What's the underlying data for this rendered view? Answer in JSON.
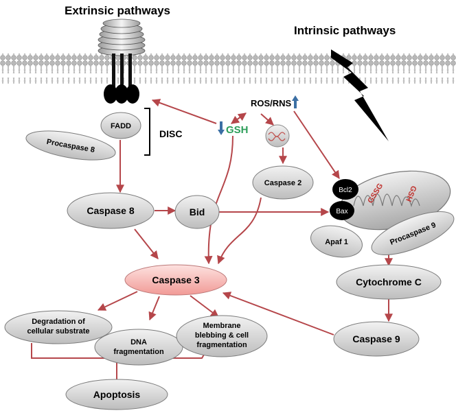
{
  "titles": {
    "extrinsic": "Extrinsic pathways",
    "intrinsic": "Intrinsic pathways"
  },
  "labels": {
    "fadd": "FADD",
    "disc": "DISC",
    "gsh": "GSH",
    "ros_rns": "ROS/RNS",
    "procaspase8": "Procaspase 8",
    "caspase8": "Caspase 8",
    "bid": "Bid",
    "caspase2": "Caspase 2",
    "bcl2": "Bcl2",
    "bax": "Bax",
    "mito_gssg": "GSSG",
    "mito_gsh": "GSH",
    "apaf1": "Apaf 1",
    "procaspase9": "Procaspase 9",
    "caspase3": "Caspase 3",
    "cytochrome_c": "Cytochrome C",
    "caspase9": "Caspase 9",
    "degradation_line1": "Degradation of",
    "degradation_line2": "cellular substrate",
    "dna_line1": "DNA",
    "dna_line2": "fragmentation",
    "membrane_line1": "Membrane",
    "membrane_line2": "blebbing & cell",
    "membrane_line3": "fragmentation",
    "apoptosis": "Apoptosis"
  },
  "colors": {
    "arrow": "#b5464a",
    "node_fill": "#d4d4d4",
    "caspase3_fill": "#f5a9a6",
    "gsh_text": "#2e9e5a",
    "up_down_arrow": "#3b6fa4",
    "membrane": "#9a9a9a"
  }
}
